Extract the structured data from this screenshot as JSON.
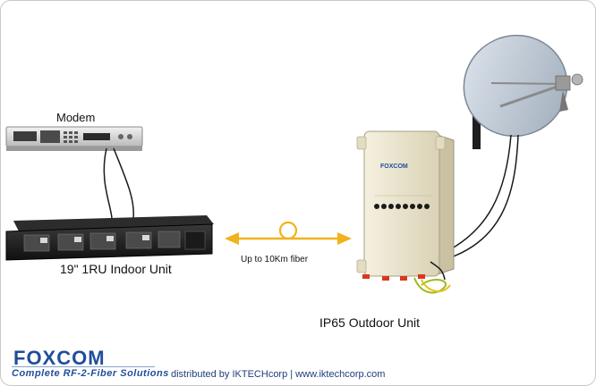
{
  "labels": {
    "modem": "Modem",
    "indoor_unit": "19\" 1RU Indoor Unit",
    "fiber": "Up to 10Km fiber",
    "outdoor_unit": "IP65 Outdoor Unit",
    "outdoor_brand": "FOXCOM"
  },
  "footer": {
    "logo": "FOXCOM",
    "tagline": "Complete RF-2-Fiber Solutions",
    "distributed": "distributed by IKTECHcorp | www.iktechcorp.com"
  },
  "colors": {
    "fiber_arrow": "#f2b21b",
    "brand_blue": "#1f4e9c",
    "rack_black": "#1c1c1c",
    "enclosure": "#ece6cf",
    "cable": "#1a1a1a"
  }
}
